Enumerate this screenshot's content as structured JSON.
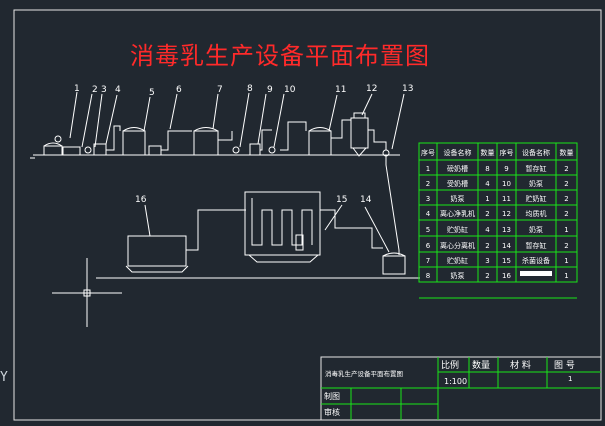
{
  "drawing": {
    "title": "消毒乳生产设备平面布置图",
    "axis_label": "Y",
    "colors": {
      "frame": "#e6e6e6",
      "line": "#ffffff",
      "table": "#19e619",
      "title": "#ff2a2a",
      "background": "#212830"
    }
  },
  "callouts": [
    "1",
    "2",
    "3",
    "4",
    "5",
    "6",
    "7",
    "8",
    "9",
    "10",
    "11",
    "12",
    "13",
    "14",
    "15",
    "16"
  ],
  "equipment_table": {
    "headers": [
      "序号",
      "设备名称",
      "数量",
      "序号",
      "设备名称",
      "数量"
    ],
    "rows": [
      [
        "1",
        "磅奶槽",
        "8",
        "9",
        "暂存缸",
        "2"
      ],
      [
        "2",
        "受奶槽",
        "4",
        "10",
        "奶泵",
        "2"
      ],
      [
        "3",
        "奶泵",
        "1",
        "11",
        "贮奶缸",
        "2"
      ],
      [
        "4",
        "离心净乳机",
        "2",
        "12",
        "均质机",
        "2"
      ],
      [
        "5",
        "贮奶缸",
        "4",
        "13",
        "奶泵",
        "1"
      ],
      [
        "6",
        "离心分离机",
        "2",
        "14",
        "暂存缸",
        "2"
      ],
      [
        "7",
        "贮奶缸",
        "3",
        "15",
        "杀菌设备",
        "1"
      ],
      [
        "8",
        "奶泵",
        "2",
        "16",
        "",
        "1"
      ]
    ]
  },
  "title_block": {
    "name": "消毒乳生产设备平面布置图",
    "scale_label": "比例",
    "quantity_label": "数量",
    "material_label": "材 料",
    "drawing_no_label": "图 号",
    "scale_value": "1:100",
    "drawing_no_value": "1",
    "drawn_by_label": "制图",
    "reviewed_by_label": "审核"
  }
}
